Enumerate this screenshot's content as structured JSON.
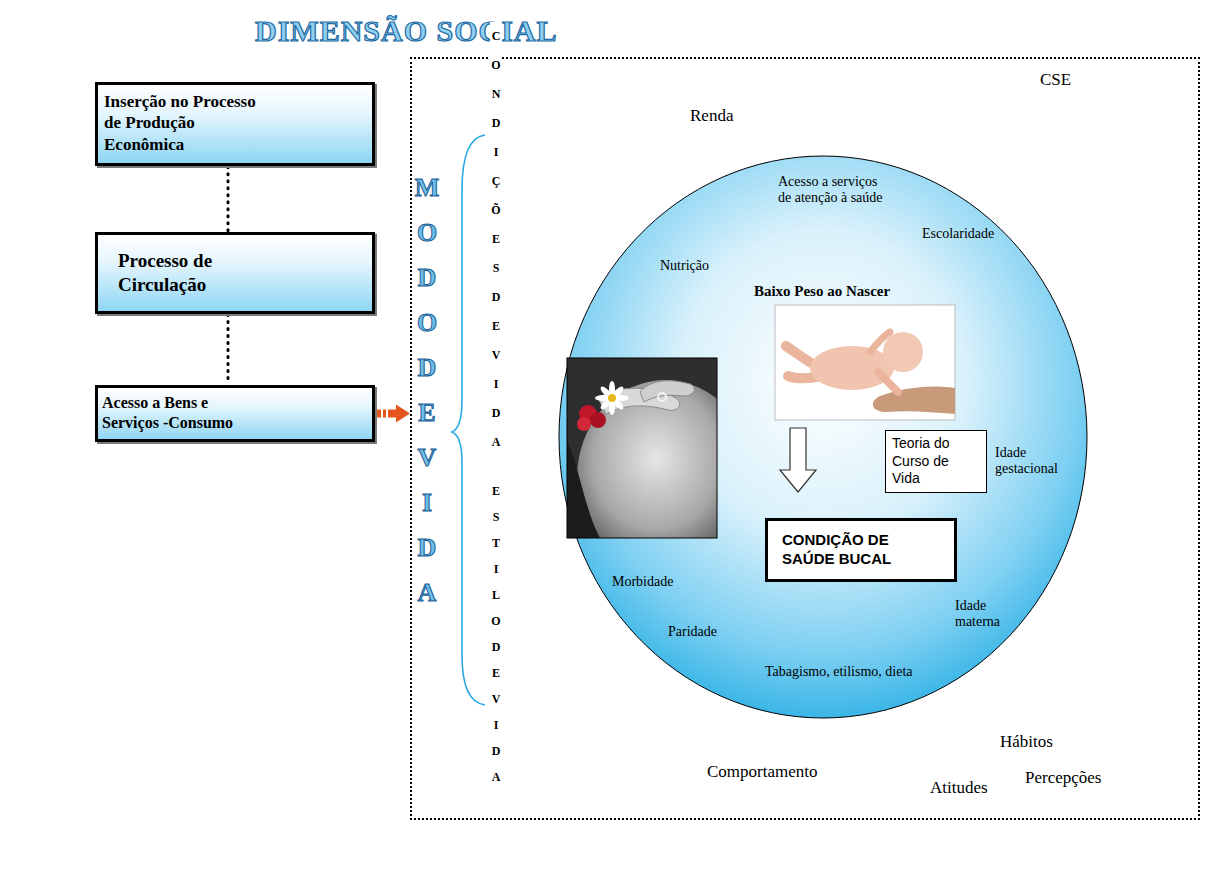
{
  "diagram": {
    "title": "DIMENSÃO SOCIAL",
    "nodes": [
      {
        "text": [
          "Inserção no Processo de Produção Econômica"
        ]
      },
      {
        "text": [
          "Processo de Circulação"
        ]
      },
      {
        "text": [
          "Acesso a Bens e Serviços -Consumo"
        ]
      },
      {
        "text": [
          "Renda",
          "CSE",
          "Hábitos",
          "Comportamento",
          "Atitudes",
          "Percepções"
        ]
      },
      {
        "text": [
          "Acesso a serviços de atenção à saúde",
          "Escolaridade",
          "Nutrição",
          "Idade gestacional",
          "Idade materna",
          "Morbidade",
          "Paridade",
          "Tabagismo, etilismo, dieta"
        ],
        "in": 3
      },
      {
        "text": [
          "Baixo Peso ao Nascer"
        ],
        "in": 4
      },
      {
        "text": [
          "Teoria do Curso de Vida"
        ],
        "in": 5
      },
      {
        "text": [
          "CONDIÇÃO DE SAÚDE BUCAL"
        ],
        "in": 5
      }
    ],
    "edges": [
      {
        "from": 0,
        "to": 1,
        "arrow": "none"
      },
      {
        "from": 1,
        "to": 2,
        "arrow": "none"
      },
      {
        "from": 2,
        "to": 3,
        "arrow": "to"
      }
    ],
    "labels": [
      "MODO DE VIDA",
      "CONDIÇÕES DE VIDA",
      "ESTILO DE VIDA"
    ]
  }
}
